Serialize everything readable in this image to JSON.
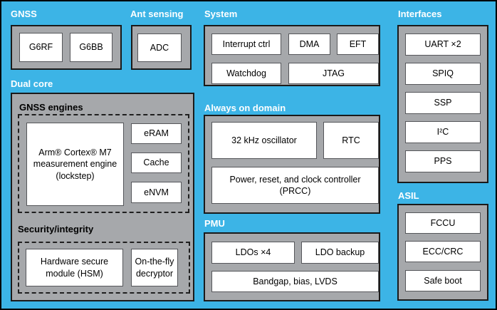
{
  "colors": {
    "background": "#3CB4E6",
    "panel_gray": "#A6A8AB",
    "block_white": "#FFFFFF",
    "outline_black": "#1A1A1A"
  },
  "sections": {
    "gnss": {
      "label": "GNSS",
      "blocks": {
        "g6rf": "G6RF",
        "g6bb": "G6BB"
      }
    },
    "ant_sensing": {
      "label": "Ant sensing",
      "blocks": {
        "adc": "ADC"
      }
    },
    "system": {
      "label": "System",
      "blocks": {
        "interrupt_ctrl": "Interrupt ctrl",
        "dma": "DMA",
        "eft": "EFT",
        "watchdog": "Watchdog",
        "jtag": "JTAG"
      }
    },
    "dual_core": {
      "label": "Dual core",
      "gnss_engines": {
        "heading": "GNSS engines",
        "blocks": {
          "cortex": {
            "lines": [
              "Arm® Cortex® M7",
              "measurement engine",
              "(lockstep)"
            ]
          },
          "eram": "eRAM",
          "cache": "Cache",
          "envm": "eNVM"
        }
      },
      "security": {
        "heading": "Security/integrity",
        "blocks": {
          "hsm": {
            "lines": [
              "Hardware secure",
              "module (HSM)"
            ]
          },
          "decryptor": {
            "lines": [
              "On-the-fly",
              "decryptor"
            ]
          }
        }
      }
    },
    "always_on": {
      "label": "Always on domain",
      "blocks": {
        "osc": "32 kHz oscillator",
        "rtc": "RTC",
        "prcc": {
          "lines": [
            "Power, reset, and clock controller",
            "(PRCC)"
          ]
        }
      }
    },
    "pmu": {
      "label": "PMU",
      "blocks": {
        "ldos": "LDOs ×4",
        "ldo_backup": "LDO backup",
        "bandgap": "Bandgap, bias, LVDS"
      }
    },
    "interfaces": {
      "label": "Interfaces",
      "blocks": {
        "uart": "UART ×2",
        "spiq": "SPIQ",
        "ssp": "SSP",
        "i2c": "I²C",
        "pps": "PPS"
      }
    },
    "asil": {
      "label": "ASIL",
      "blocks": {
        "fccu": "FCCU",
        "ecc": "ECC/CRC",
        "safe_boot": "Safe boot"
      }
    }
  }
}
